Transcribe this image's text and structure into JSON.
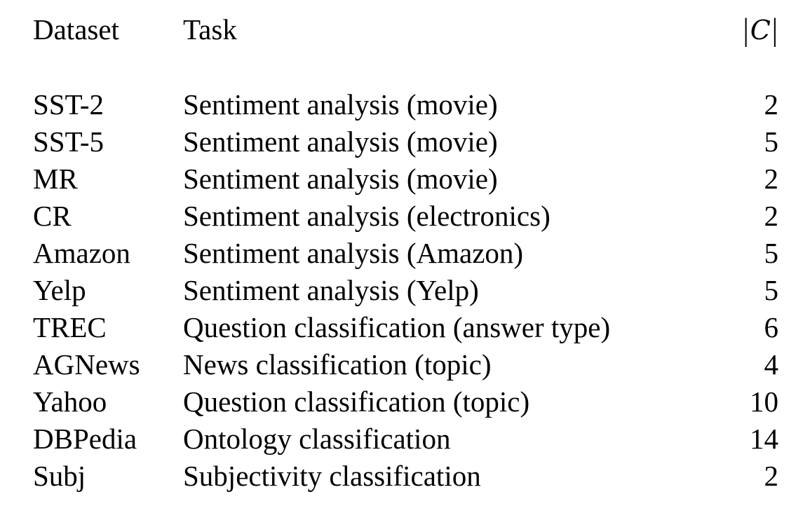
{
  "table": {
    "columns": [
      {
        "key": "dataset",
        "label": "Dataset",
        "align": "left"
      },
      {
        "key": "task",
        "label": "Task",
        "align": "left"
      },
      {
        "key": "count",
        "label": "|C|",
        "align": "right",
        "label_parts": {
          "left_bar": "|",
          "symbol": "C",
          "right_bar": "|"
        }
      }
    ],
    "rows": [
      {
        "dataset": "SST-2",
        "task": "Sentiment analysis (movie)",
        "count": "2"
      },
      {
        "dataset": "SST-5",
        "task": "Sentiment analysis (movie)",
        "count": "5"
      },
      {
        "dataset": "MR",
        "task": "Sentiment analysis (movie)",
        "count": "2"
      },
      {
        "dataset": "CR",
        "task": "Sentiment analysis (electronics)",
        "count": "2"
      },
      {
        "dataset": "Amazon",
        "task": "Sentiment analysis (Amazon)",
        "count": "5"
      },
      {
        "dataset": "Yelp",
        "task": "Sentiment analysis (Yelp)",
        "count": "5"
      },
      {
        "dataset": "TREC",
        "task": "Question classification (answer type)",
        "count": "6"
      },
      {
        "dataset": "AGNews",
        "task": "News classification (topic)",
        "count": "4"
      },
      {
        "dataset": "Yahoo",
        "task": "Question classification (topic)",
        "count": "10"
      },
      {
        "dataset": "DBPedia",
        "task": "Ontology classification",
        "count": "14"
      },
      {
        "dataset": "Subj",
        "task": "Subjectivity classification",
        "count": "2"
      }
    ],
    "colors": {
      "text": "#000000",
      "rule": "#000000",
      "background": "#ffffff"
    }
  }
}
